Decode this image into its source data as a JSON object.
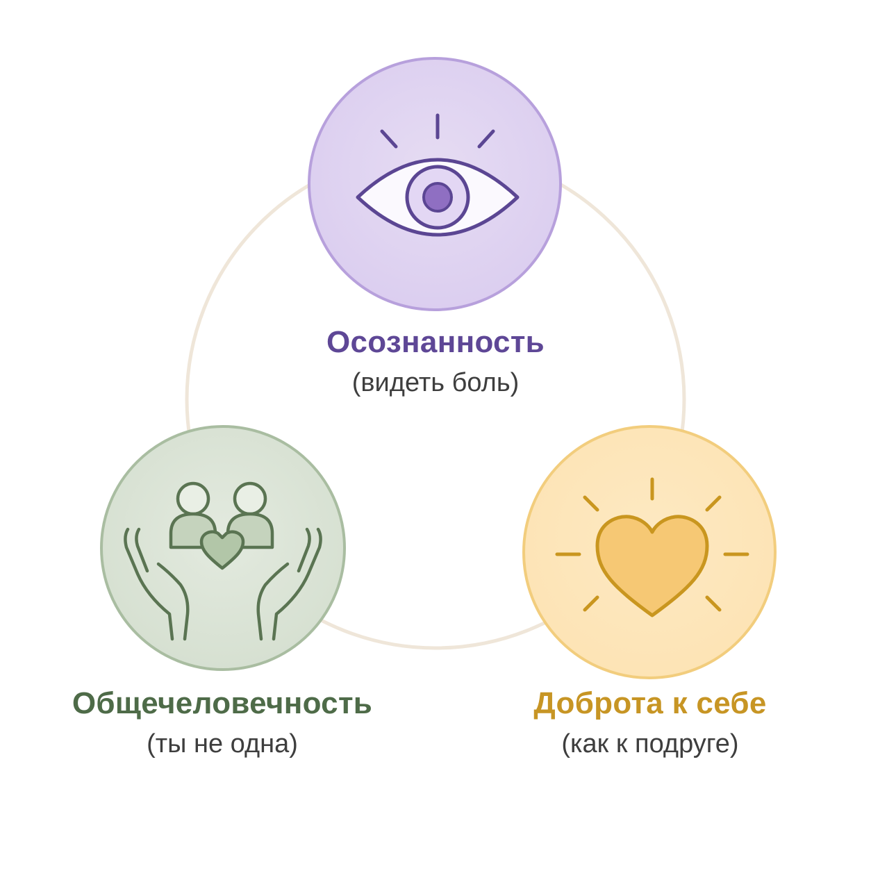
{
  "nodes": {
    "top": {
      "title": "Осознанность",
      "subtitle": "(видеть боль)",
      "icon": "eye-icon",
      "color": "#5e4796"
    },
    "left": {
      "title": "Общечеловечность",
      "subtitle": "(ты не одна)",
      "icon": "hands-people-heart-icon",
      "color": "#4e6b48"
    },
    "right": {
      "title": "Доброта к себе",
      "subtitle": "(как к подруге)",
      "icon": "sun-heart-icon",
      "color": "#c79524"
    }
  },
  "colors": {
    "ring": "#efe6d9",
    "purple_fill": "#dccff0",
    "green_fill": "#d6e0d1",
    "yellow_fill": "#fde4b6"
  }
}
